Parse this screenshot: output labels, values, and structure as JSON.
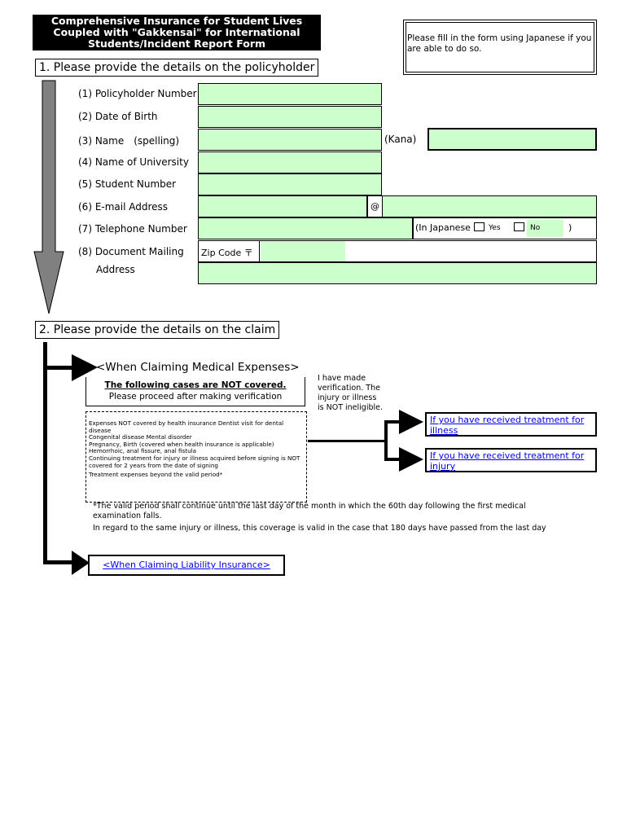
{
  "title": {
    "line1": "Comprehensive Insurance for Student Lives",
    "line2": "Coupled with \"Gakkensai\" for International",
    "line3": "Students/Incident Report Form"
  },
  "note": "Please fill in the form using Japanese if you are able to do so.",
  "section1": {
    "heading": "1. Please provide the details on the policyholder",
    "fields": {
      "policyholder_number": "(1) Policyholder Number",
      "date_of_birth": "(2) Date of Birth",
      "name": "(3) Name　(spelling)",
      "kana": "(Kana)",
      "university": "(4) Name of University",
      "student_number": "(5) Student Number",
      "email": "(6) E-mail Address",
      "at": "@",
      "telephone": "(7) Telephone Number",
      "in_japanese": "(In Japanese",
      "yes": "Yes",
      "no": "No",
      "close_paren": ")",
      "mailing1": "(8) Document Mailing",
      "mailing2": "Address",
      "zip": "Zip Code 〒"
    }
  },
  "section2": {
    "heading": "2. Please provide the details on the claim",
    "medical": "<When Claiming Medical Expenses>",
    "not_covered": "The following cases are NOT covered.",
    "proceed": "Please proceed after making verification",
    "verified": "I have made verification. The injury or illness is NOT ineligible.",
    "exclusions": [
      "Expenses NOT covered by health insurance  Dentist visit for dental disease",
      "Congenital disease  Mental disorder",
      "Pregnancy, Birth (covered when health insurance is applicable)",
      "Hemorrhoic, anal fissure, anal fistula",
      "Continuing treatment for injury or illness acquired before signing is NOT covered for 2 years from the date of signing",
      "Treatment expenses beyond the valid period*"
    ],
    "illness_link": "If you have received treatment for illness",
    "injury_link": "If you have received treatment for injury",
    "footnote1": "*The valid period shall continue until the last day of the month in which the 60th day following the first medical examination falls.",
    "footnote2": "In regard to the same injury or illness, this coverage is valid in the case that 180 days have passed from the last day",
    "liability": "<When Claiming Liability Insurance>"
  }
}
